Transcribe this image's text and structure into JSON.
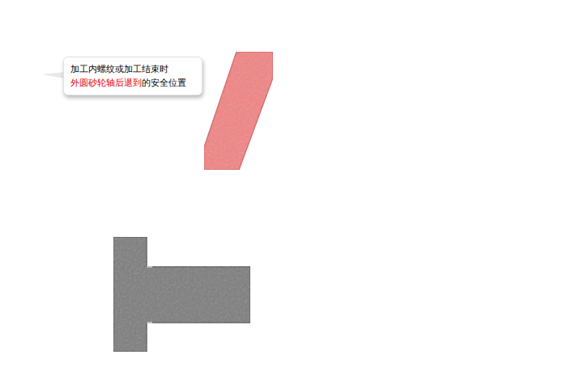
{
  "diagram": {
    "nodes": [
      {
        "text": [
          "加工内螺纹或加工结束时",
          "外圆砂轮轴后退到",
          "的安全位置"
        ]
      }
    ]
  }
}
